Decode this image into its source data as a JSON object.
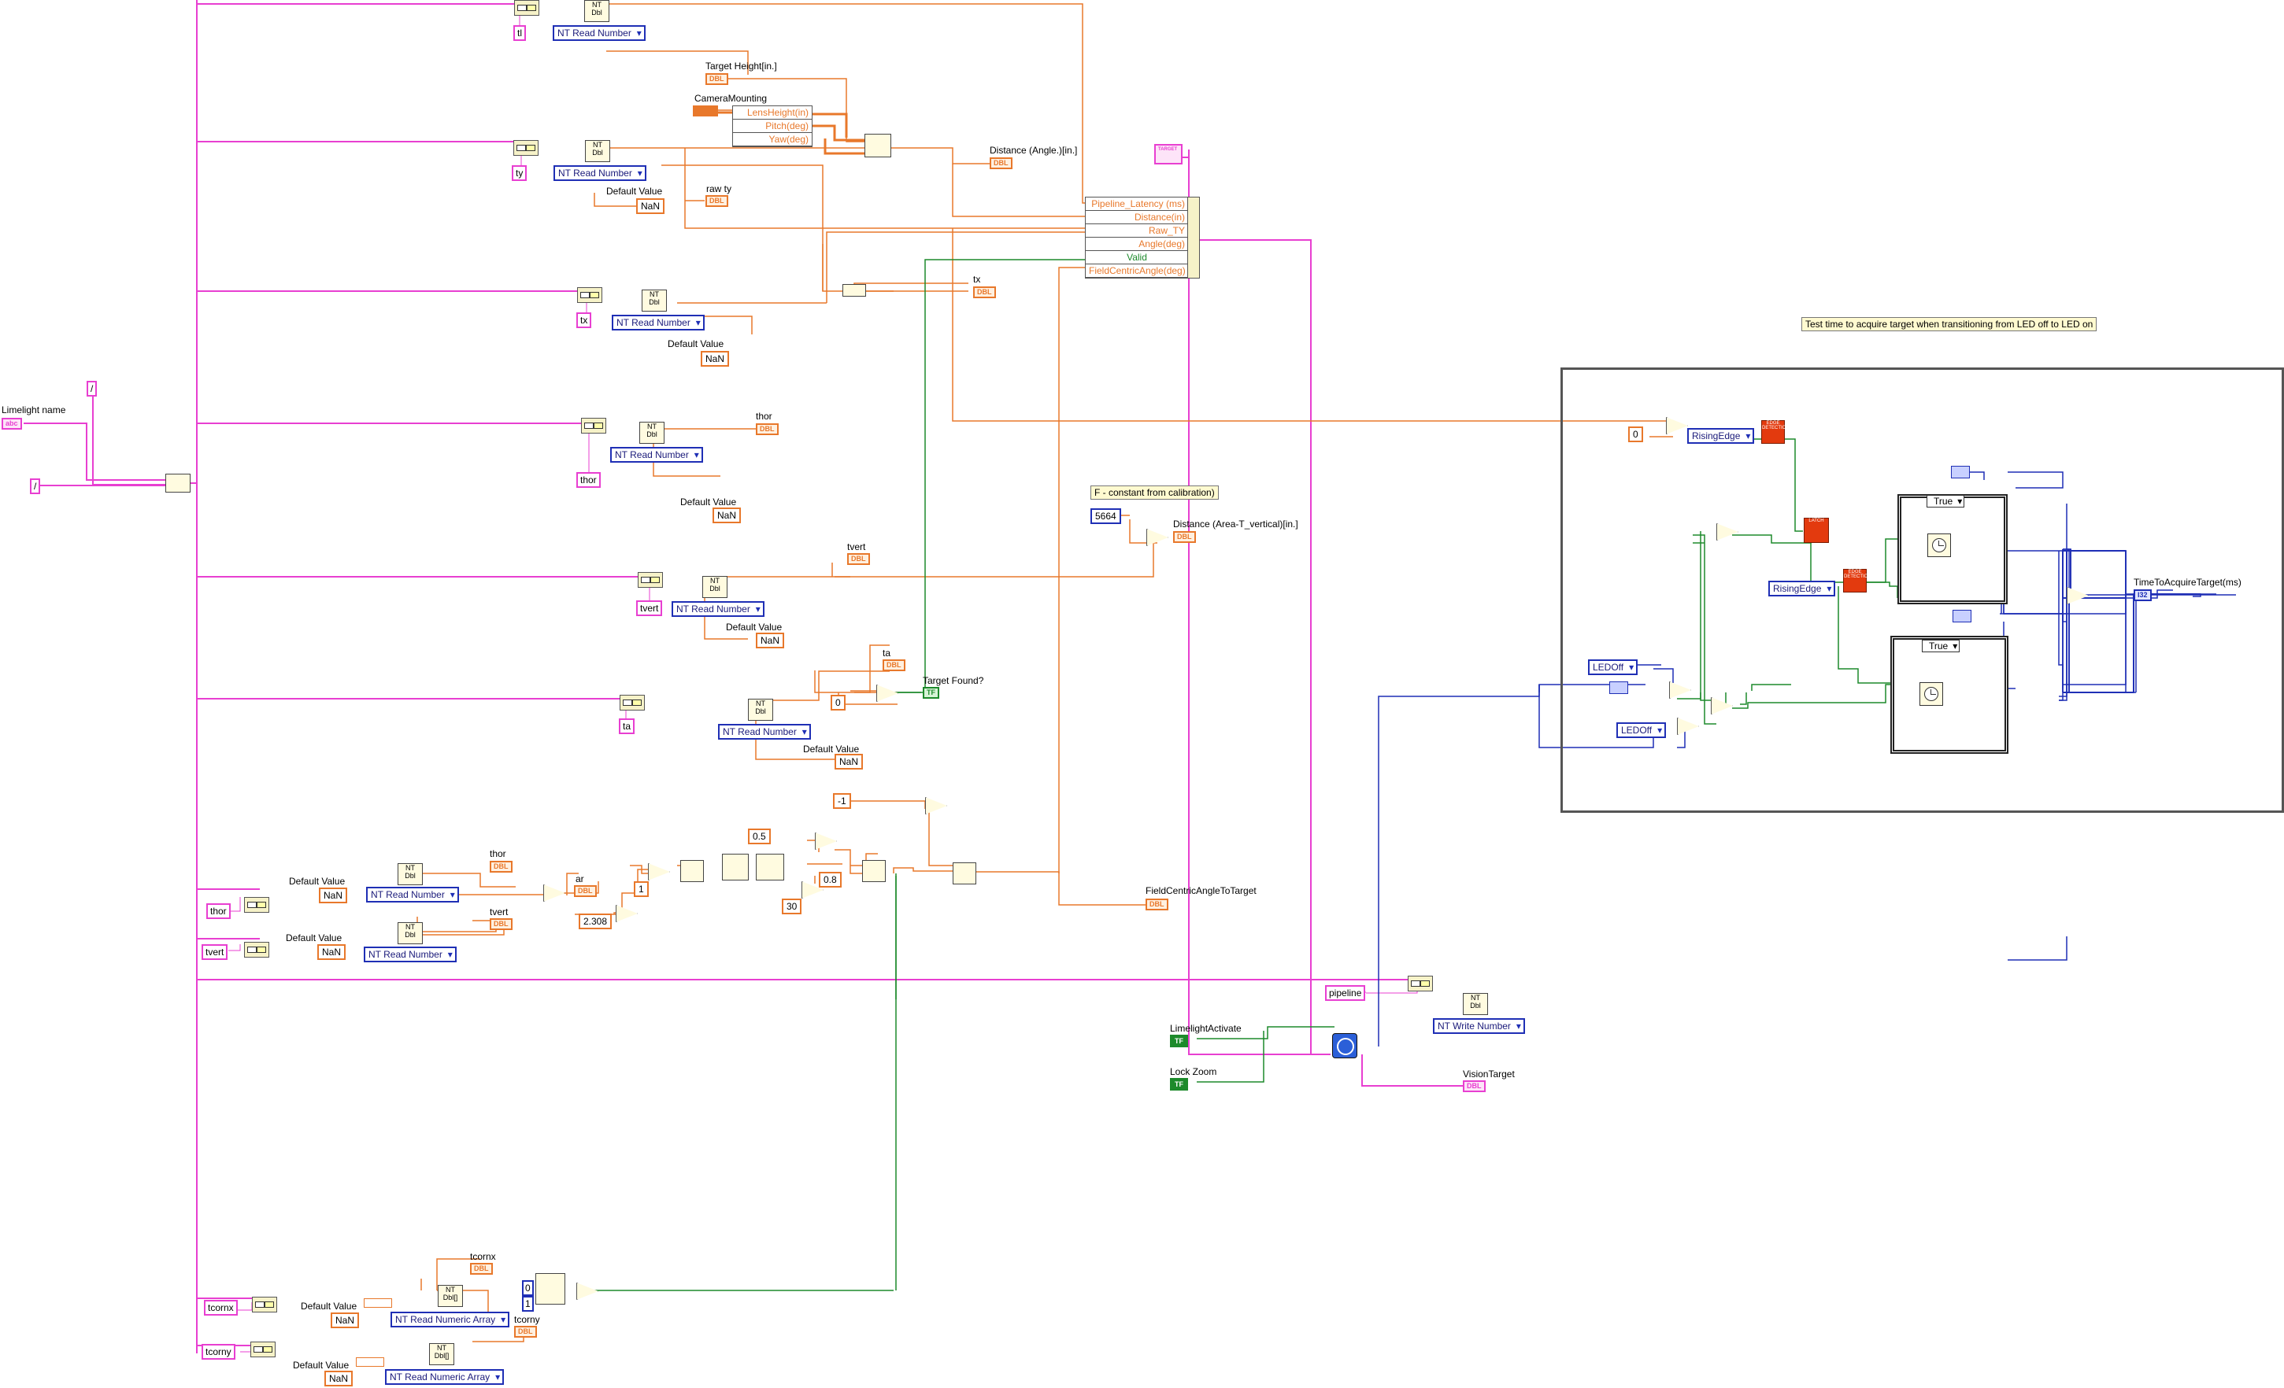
{
  "controls": {
    "limelight_name": "Limelight name",
    "limelight_name_type": "abc",
    "slash_a": "/",
    "slash_b": "/"
  },
  "nt_keys": {
    "tl": "tl",
    "ty": "ty",
    "tx": "tx",
    "thor": "thor",
    "tvert": "tvert",
    "ta": "ta",
    "thor2": "thor",
    "tvert2": "tvert",
    "tcornx": "tcornx",
    "tcorny": "tcorny",
    "pipeline": "pipeline"
  },
  "nodes": {
    "nt_read_number": "NT Read Number",
    "nt_read_numeric_array": "NT Read Numeric Array",
    "nt_write_number": "NT Write Number",
    "default_value": "Default Value",
    "nan": "NaN",
    "nt_glyph": "NT",
    "dbl_glyph": "Dbl",
    "dbl_array_glyph": "Dbl[]"
  },
  "indicators": {
    "raw_ty": "raw ty",
    "tx": "tx",
    "thor": "thor",
    "tvert": "tvert",
    "ta": "ta",
    "target_found": "Target Found?",
    "distance_angle": "Distance (Angle.)[in.]",
    "distance_area": "Distance (Area-T_vertical)[in.]",
    "field_centric": "FieldCentricAngleToTarget",
    "thor2": "thor",
    "tvert2": "tvert",
    "ar": "ar",
    "tcornx": "tcornx",
    "tcorny": "tcorny",
    "vision_target": "VisionTarget",
    "time_to_acquire": "TimeToAcquireTarget(ms)",
    "dbl": "DBL",
    "tf": "TF",
    "i32": "I32",
    "target_glyph": "TARGET"
  },
  "inputs": {
    "target_height": "Target Height[in.]",
    "camera_mounting": "CameraMounting",
    "limelight_activate": "LimelightActivate",
    "lock_zoom": "Lock Zoom"
  },
  "camera_cluster": [
    "LensHeight(in)",
    "Pitch(deg)",
    "Yaw(deg)"
  ],
  "target_cluster": [
    "Pipeline_Latency (ms)",
    "Distance(in)",
    "Raw_TY",
    "Angle(deg)",
    "Valid",
    "FieldCentricAngle(deg)"
  ],
  "constants": {
    "zero_ta": "0",
    "f_constant": "5664",
    "neg_one": "-1",
    "half": "0.5",
    "one": "1",
    "thirty": "30",
    "zero_eight": "0.8",
    "two_three": "2.308",
    "zero_led": "0",
    "idx_zero": "0",
    "idx_one": "1"
  },
  "comments": {
    "f_constant": "F - constant from calibration)",
    "test_time": "Test time to acquire target when transitioning from LED off to LED on"
  },
  "test_frame": {
    "rising_edge_1": "RisingEdge",
    "rising_edge_2": "RisingEdge",
    "led_off_1": "LEDOff",
    "led_off_2": "LEDOff",
    "case_true_1": "True",
    "case_true_2": "True",
    "latch": "LATCH",
    "edge": "EDGE DETECTION"
  },
  "colors": {
    "pink_wire": "#e83fd1",
    "orange_wire": "#e8782b",
    "green_wire": "#1d8a2b",
    "blue_wire": "#1f2fb5"
  }
}
